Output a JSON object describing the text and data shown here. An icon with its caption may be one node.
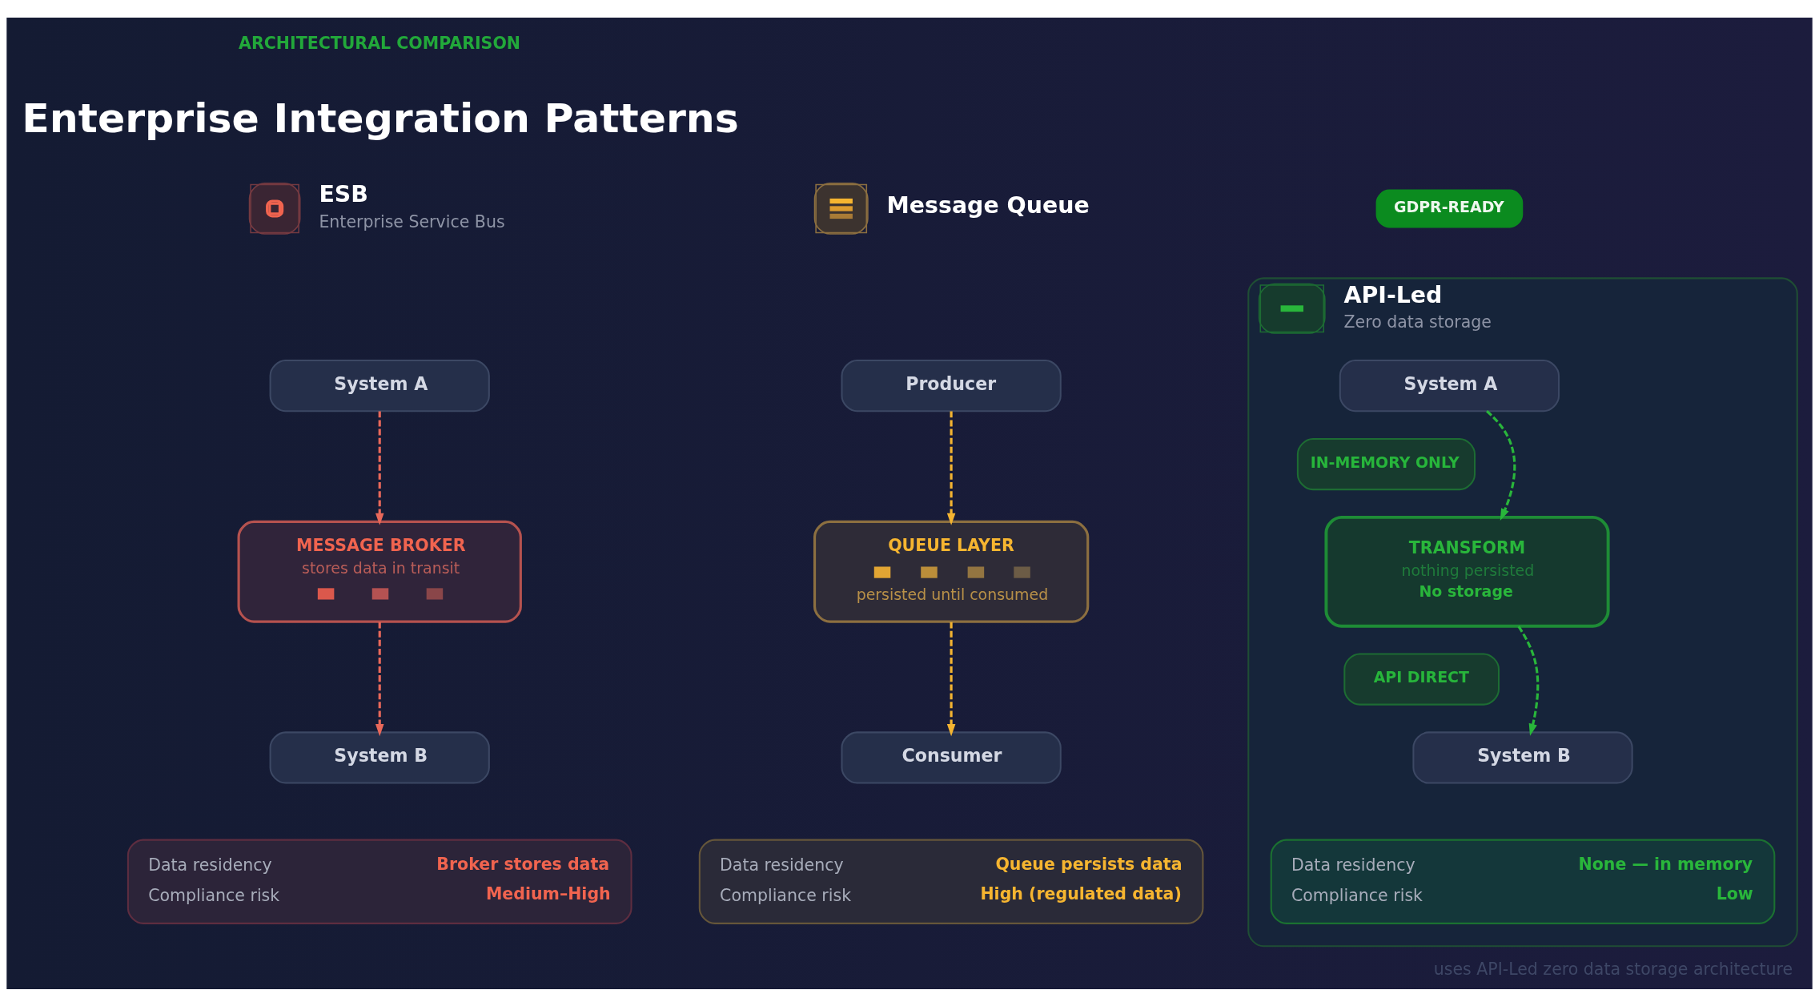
{
  "diagram": {
    "title": "Enterprise Integration Patterns",
    "caption": "uses API-Led zero data storage architecture",
    "nodes": [
      {
        "text": [
          "System A"
        ]
      },
      {
        "text": [
          "MESSAGE BROKER",
          "stores data in transit"
        ]
      },
      {
        "text": [
          "System B"
        ]
      },
      {
        "text": [
          "Data residency",
          "Broker stores data",
          "Compliance risk",
          "Medium–High"
        ]
      },
      {
        "text": [
          "Producer"
        ]
      },
      {
        "text": [
          "QUEUE LAYER",
          "persisted until consumed"
        ]
      },
      {
        "text": [
          "Consumer"
        ]
      },
      {
        "text": [
          "Data residency",
          "Queue persists data",
          "Compliance risk",
          "High (regulated data)"
        ]
      },
      {
        "text": [
          "GDPR-READY"
        ]
      },
      {
        "text": [
          "API-Led",
          "Zero data storage"
        ]
      },
      {
        "text": [
          "System A"
        ],
        "in": 9
      },
      {
        "text": [
          "IN-MEMORY ONLY"
        ],
        "in": 9
      },
      {
        "text": [
          "TRANSFORM",
          "nothing persisted",
          "No storage"
        ],
        "in": 9
      },
      {
        "text": [
          "API DIRECT"
        ],
        "in": 9
      },
      {
        "text": [
          "System B"
        ],
        "in": 9
      },
      {
        "text": [
          "Data residency",
          "None — in memory",
          "Compliance risk",
          "Low"
        ],
        "in": 9
      }
    ],
    "edges": [
      {
        "from": 0,
        "to": 1,
        "arrow": "to",
        "style": "dashed",
        "color": "#e8685a"
      },
      {
        "from": 1,
        "to": 2,
        "arrow": "to",
        "style": "dashed",
        "color": "#e8685a"
      },
      {
        "from": 4,
        "to": 5,
        "arrow": "to",
        "style": "dashed",
        "color": "#f4b431"
      },
      {
        "from": 5,
        "to": 6,
        "arrow": "to",
        "style": "dashed",
        "color": "#f4b431"
      },
      {
        "from": 10,
        "to": 12,
        "arrow": "to",
        "style": "dashed",
        "color": "#29b63b"
      },
      {
        "from": 12,
        "to": 14,
        "arrow": "to",
        "style": "dashed",
        "color": "#29b63b"
      }
    ],
    "labels": [
      "ARCHITECTURAL COMPARISON",
      "ESB",
      "Enterprise Service Bus",
      "Message Queue"
    ]
  }
}
